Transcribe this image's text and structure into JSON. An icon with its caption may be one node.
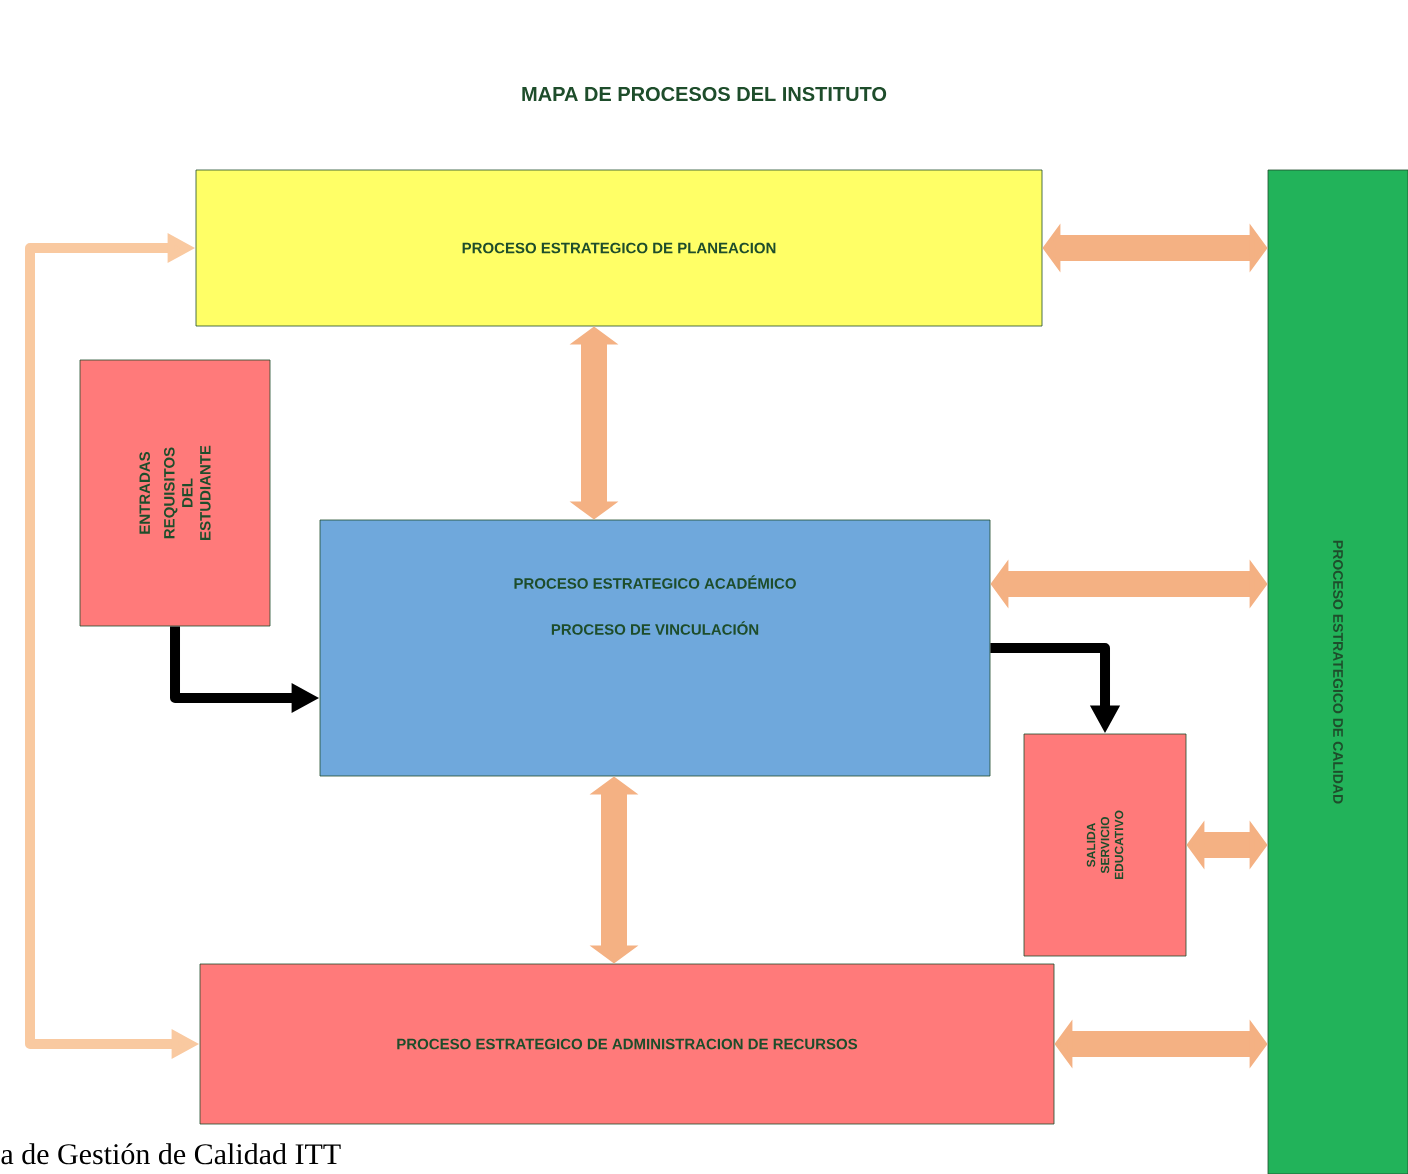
{
  "diagram": {
    "title": "MAPA DE PROCESOS DEL INSTITUTO",
    "nodes": [
      {
        "text": [
          "PROCESO ESTRATEGICO DE PLANEACION"
        ]
      },
      {
        "text": [
          "ENTRADAS",
          "REQUISITOS DEL ESTUDIANTE"
        ]
      },
      {
        "text": [
          "PROCESO ESTRATEGICO ACADÉMICO",
          "PROCESO DE VINCULACIÓN"
        ]
      },
      {
        "text": [
          "SALIDA SERVICIO EDUCATIVO"
        ]
      },
      {
        "text": [
          "PROCESO ESTRATEGICO DE ADMINISTRACION DE RECURSOS"
        ]
      },
      {
        "text": [
          "PROCESO ESTRATEGICO DE CALIDAD"
        ]
      }
    ],
    "edges": [
      {
        "from": 0,
        "to": 2,
        "arrow": "both"
      },
      {
        "from": 2,
        "to": 4,
        "arrow": "both"
      },
      {
        "from": 0,
        "to": 5,
        "arrow": "both"
      },
      {
        "from": 2,
        "to": 5,
        "arrow": "both"
      },
      {
        "from": 3,
        "to": 5,
        "arrow": "both"
      },
      {
        "from": 4,
        "to": 5,
        "arrow": "both"
      },
      {
        "from": 1,
        "to": 2,
        "arrow": "to",
        "color": "#000000"
      },
      {
        "from": 2,
        "to": 3,
        "arrow": "to",
        "color": "#000000"
      },
      {
        "from": 0,
        "to": 4,
        "arrow": "both",
        "color": "#f9c9a0"
      }
    ],
    "labels": [
      "a de Gestión de Calidad ITT"
    ]
  }
}
